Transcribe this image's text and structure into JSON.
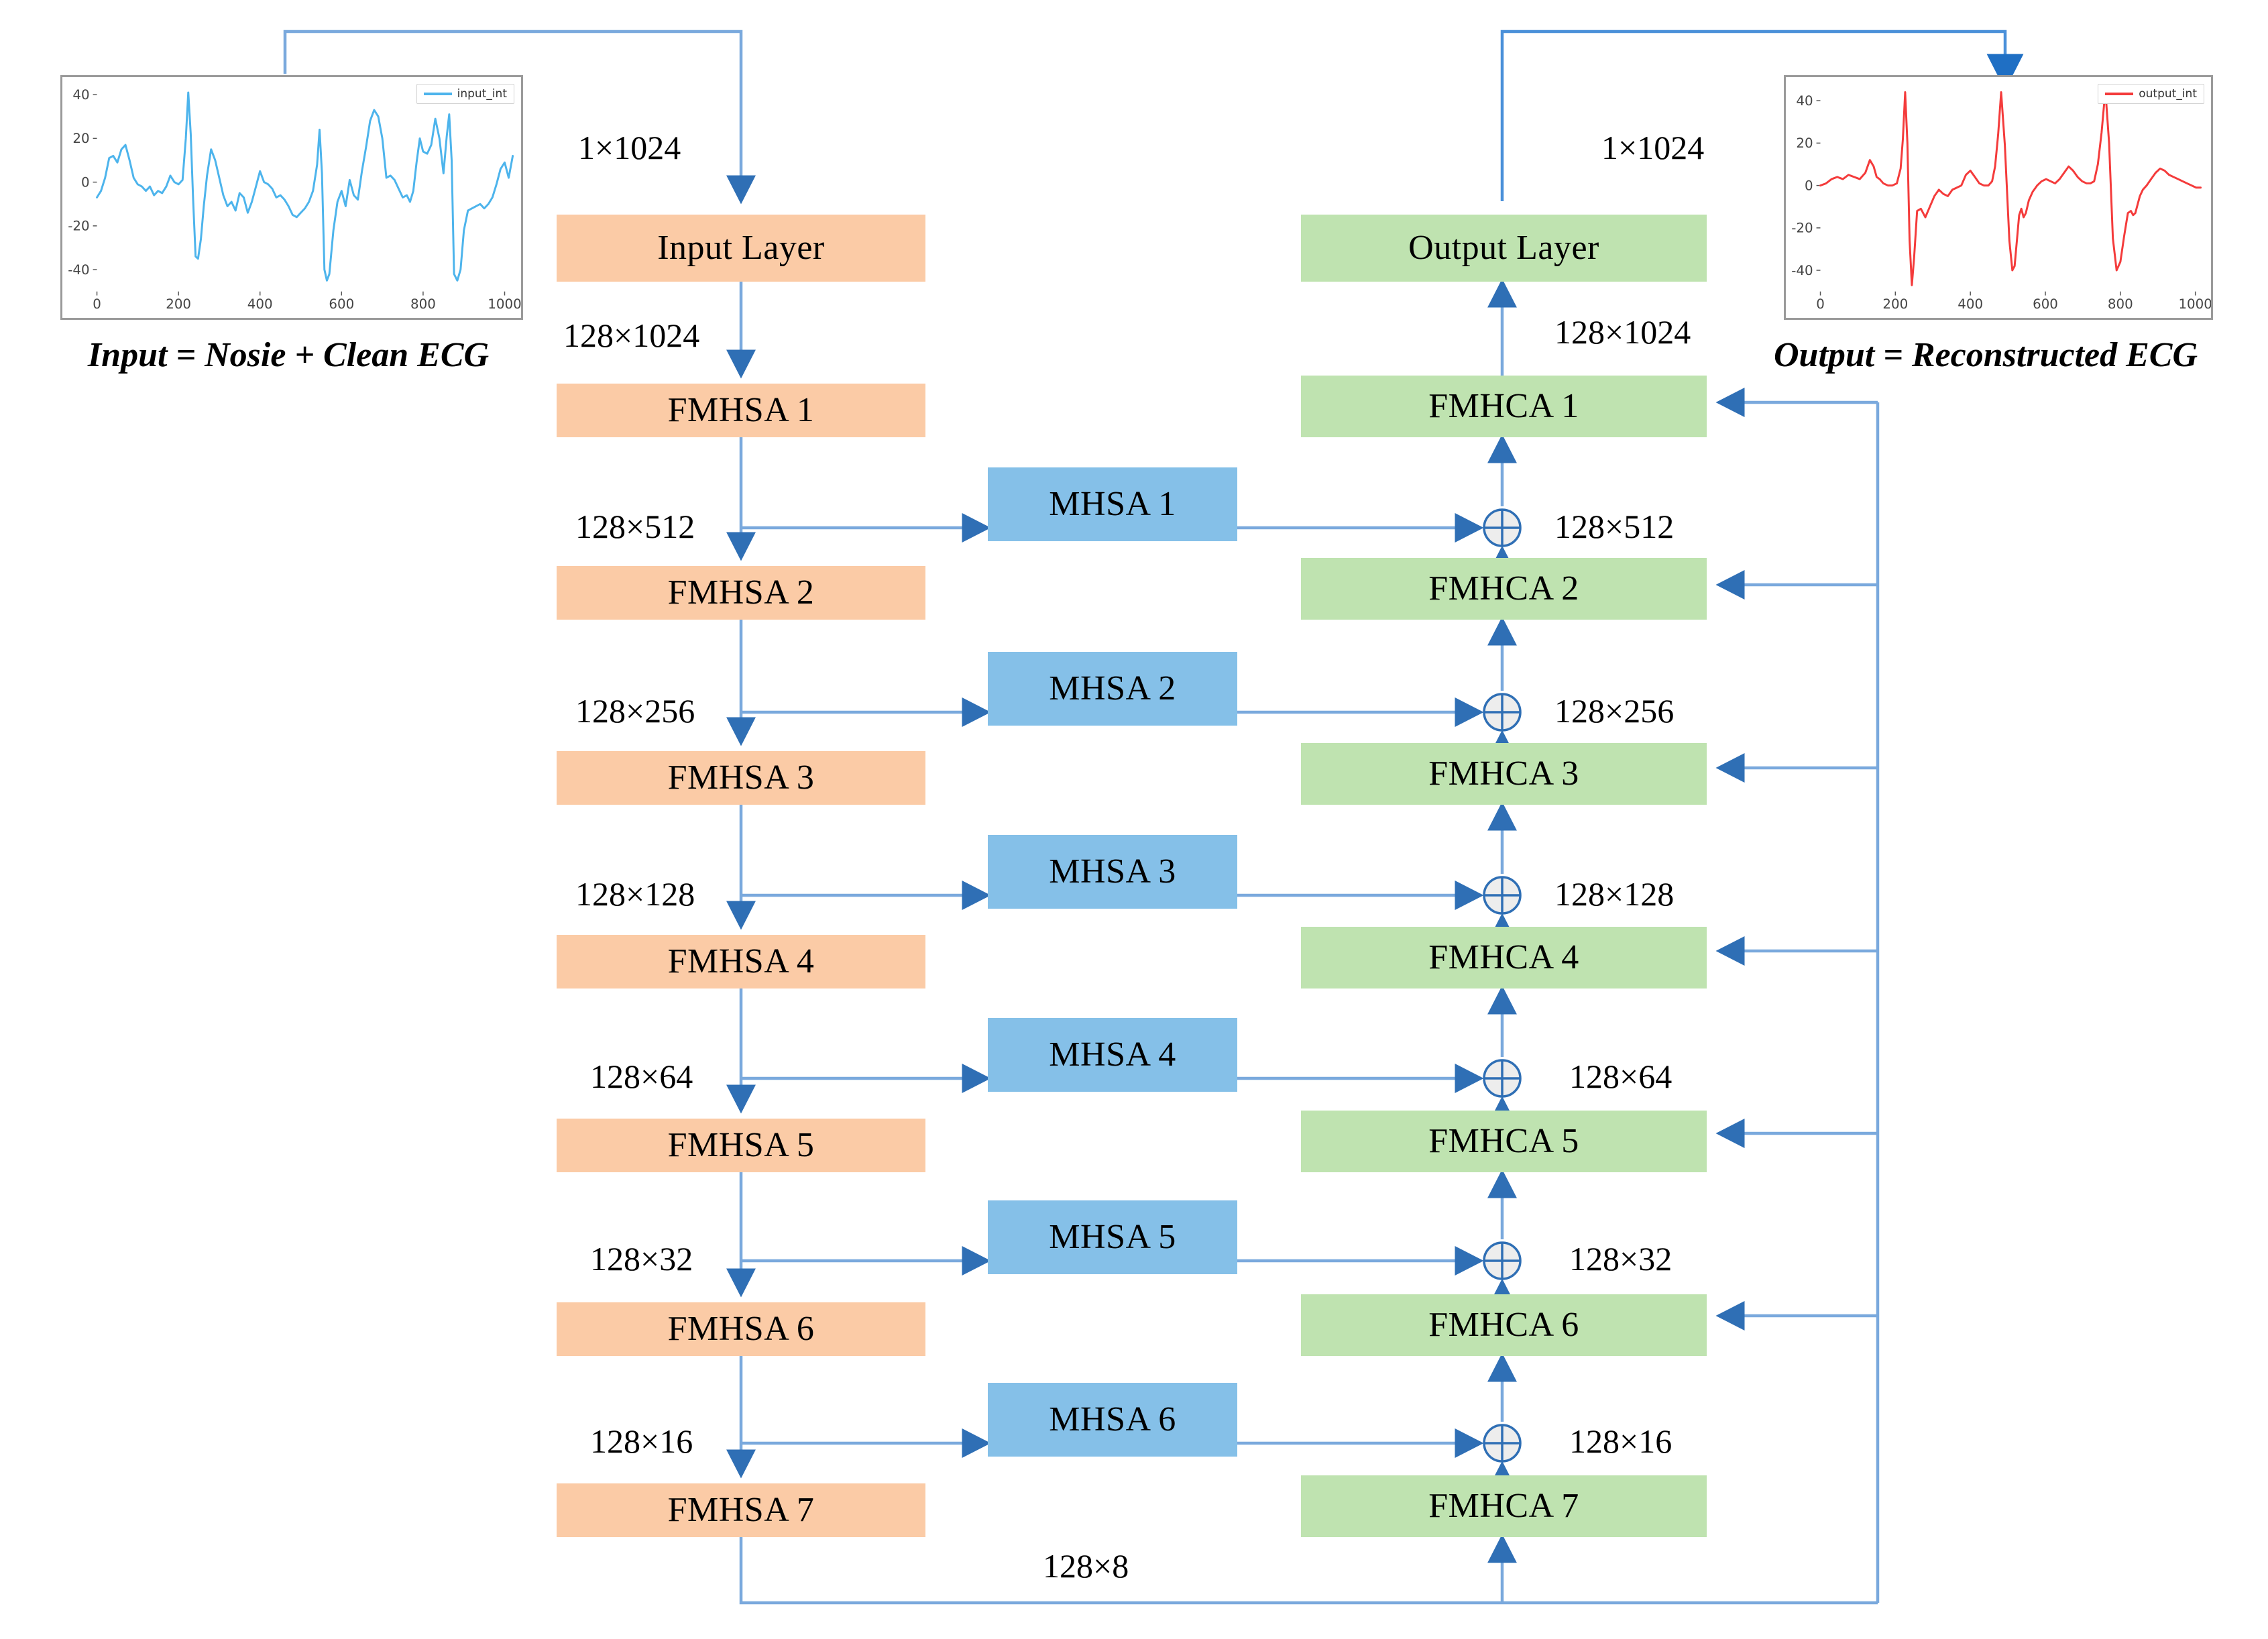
{
  "title": "Transformer ECG denoising autoencoder architecture",
  "colors": {
    "encoder_fill": "#fbcba6",
    "decoder_fill": "#bfe3b0",
    "attention_fill": "#85c0e8",
    "arrow": "#7aa9dd",
    "arrow_head": "#2f6fb5",
    "input_signal": "#4db4ec",
    "output_signal": "#f43b3b"
  },
  "encoder": {
    "input_layer_label": "Input Layer",
    "blocks": [
      {
        "label": "FMHSA 1"
      },
      {
        "label": "FMHSA 2"
      },
      {
        "label": "FMHSA 3"
      },
      {
        "label": "FMHSA 4"
      },
      {
        "label": "FMHSA 5"
      },
      {
        "label": "FMHSA 6"
      },
      {
        "label": "FMHSA 7"
      }
    ],
    "dims": [
      {
        "label": "1×1024"
      },
      {
        "label": "128×1024"
      },
      {
        "label": "128×512"
      },
      {
        "label": "128×256"
      },
      {
        "label": "128×128"
      },
      {
        "label": "128×64"
      },
      {
        "label": "128×32"
      },
      {
        "label": "128×16"
      }
    ]
  },
  "attention": {
    "blocks": [
      {
        "label": "MHSA 1"
      },
      {
        "label": "MHSA 2"
      },
      {
        "label": "MHSA 3"
      },
      {
        "label": "MHSA 4"
      },
      {
        "label": "MHSA 5"
      },
      {
        "label": "MHSA 6"
      }
    ]
  },
  "decoder": {
    "output_layer_label": "Output Layer",
    "blocks": [
      {
        "label": "FMHCA 1"
      },
      {
        "label": "FMHCA 2"
      },
      {
        "label": "FMHCA 3"
      },
      {
        "label": "FMHCA 4"
      },
      {
        "label": "FMHCA 5"
      },
      {
        "label": "FMHCA 6"
      },
      {
        "label": "FMHCA 7"
      }
    ],
    "dims": [
      {
        "label": "1×1024"
      },
      {
        "label": "128×1024"
      },
      {
        "label": "128×512"
      },
      {
        "label": "128×256"
      },
      {
        "label": "128×128"
      },
      {
        "label": "128×64"
      },
      {
        "label": "128×32"
      },
      {
        "label": "128×16"
      }
    ]
  },
  "bottleneck": {
    "dim_label": "128×8"
  },
  "merge_symbol": "plus-circle",
  "input_plot": {
    "caption": "Input = Nosie  + Clean ECG",
    "legend_label": "input_int",
    "chart_data": {
      "type": "line",
      "title": "",
      "xlabel": "",
      "ylabel": "",
      "xlim": [
        0,
        1024
      ],
      "ylim": [
        -50,
        45
      ],
      "xticks": [
        0,
        200,
        400,
        600,
        800,
        1000
      ],
      "yticks": [
        -40,
        -20,
        0,
        20,
        40
      ],
      "grid": false,
      "legend_position": "upper-right",
      "series": [
        {
          "name": "input_int",
          "color": "#4db4ec",
          "x": [
            0,
            10,
            20,
            30,
            40,
            50,
            60,
            70,
            80,
            90,
            100,
            110,
            120,
            130,
            140,
            150,
            160,
            170,
            180,
            190,
            200,
            210,
            218,
            224,
            230,
            236,
            242,
            248,
            255,
            262,
            270,
            280,
            290,
            300,
            310,
            320,
            330,
            340,
            350,
            360,
            370,
            380,
            390,
            400,
            410,
            420,
            430,
            440,
            450,
            460,
            470,
            480,
            490,
            500,
            510,
            520,
            530,
            540,
            546,
            552,
            558,
            564,
            570,
            580,
            590,
            600,
            610,
            620,
            630,
            640,
            650,
            660,
            670,
            680,
            690,
            700,
            710,
            720,
            730,
            740,
            750,
            760,
            768,
            776,
            784,
            792,
            800,
            810,
            820,
            830,
            840,
            850,
            858,
            864,
            870,
            876,
            884,
            892,
            900,
            910,
            920,
            930,
            940,
            950,
            960,
            970,
            980,
            990,
            1000,
            1010,
            1020
          ],
          "y": [
            -7,
            -4,
            2,
            11,
            12,
            9,
            15,
            17,
            10,
            2,
            -1,
            -2,
            -4,
            -2,
            -6,
            -4,
            -5,
            -2,
            3,
            0,
            -1,
            1,
            20,
            41,
            22,
            -8,
            -34,
            -35,
            -26,
            -11,
            3,
            15,
            10,
            2,
            -6,
            -11,
            -9,
            -13,
            -5,
            -7,
            -14,
            -9,
            -2,
            5,
            0,
            -1,
            -3,
            -7,
            -6,
            -8,
            -11,
            -15,
            -16,
            -14,
            -12,
            -9,
            -4,
            8,
            24,
            4,
            -40,
            -45,
            -42,
            -22,
            -9,
            -4,
            -11,
            1,
            -6,
            -8,
            5,
            16,
            28,
            33,
            30,
            20,
            2,
            3,
            1,
            -3,
            -7,
            -6,
            -9,
            -4,
            9,
            20,
            14,
            13,
            17,
            29,
            20,
            4,
            21,
            31,
            10,
            -42,
            -45,
            -40,
            -22,
            -13,
            -12,
            -11,
            -10,
            -12,
            -10,
            -7,
            -1,
            6,
            9,
            2,
            12,
            26,
            10,
            -2
          ]
        }
      ]
    }
  },
  "output_plot": {
    "caption": "Output = Reconstructed ECG",
    "legend_label": "output_int",
    "chart_data": {
      "type": "line",
      "title": "",
      "xlabel": "",
      "ylabel": "",
      "xlim": [
        0,
        1024
      ],
      "ylim": [
        -50,
        48
      ],
      "xticks": [
        0,
        200,
        400,
        600,
        800,
        1000
      ],
      "yticks": [
        -40,
        -20,
        0,
        20,
        40
      ],
      "grid": false,
      "legend_position": "upper-right",
      "series": [
        {
          "name": "output_int",
          "color": "#f43b3b",
          "x": [
            0,
            15,
            30,
            45,
            60,
            75,
            90,
            105,
            120,
            132,
            142,
            150,
            158,
            168,
            180,
            192,
            204,
            214,
            220,
            226,
            232,
            238,
            244,
            250,
            258,
            268,
            280,
            292,
            304,
            316,
            328,
            340,
            352,
            364,
            376,
            388,
            400,
            412,
            424,
            436,
            448,
            458,
            466,
            474,
            482,
            492,
            504,
            512,
            518,
            524,
            530,
            536,
            542,
            548,
            556,
            566,
            578,
            590,
            602,
            614,
            626,
            638,
            650,
            662,
            674,
            686,
            698,
            710,
            720,
            730,
            740,
            750,
            760,
            770,
            780,
            790,
            800,
            810,
            820,
            828,
            834,
            840,
            846,
            852,
            860,
            870,
            882,
            894,
            906,
            918,
            930,
            942,
            954,
            966,
            978,
            990,
            1002,
            1014,
            1022
          ],
          "y": [
            0,
            1,
            3,
            4,
            3,
            5,
            4,
            3,
            6,
            12,
            9,
            4,
            3,
            1,
            0,
            0,
            1,
            8,
            22,
            44,
            20,
            -26,
            -47,
            -34,
            -12,
            -11,
            -15,
            -10,
            -5,
            -2,
            -4,
            -5,
            -2,
            -1,
            0,
            5,
            7,
            4,
            1,
            0,
            0,
            2,
            9,
            24,
            44,
            19,
            -26,
            -40,
            -38,
            -26,
            -14,
            -11,
            -15,
            -13,
            -7,
            -3,
            0,
            2,
            3,
            2,
            1,
            3,
            6,
            9,
            7,
            4,
            2,
            1,
            1,
            2,
            10,
            25,
            45,
            20,
            -25,
            -40,
            -36,
            -24,
            -13,
            -12,
            -14,
            -13,
            -9,
            -5,
            -2,
            0,
            3,
            6,
            8,
            7,
            5,
            4,
            3,
            2,
            1,
            0,
            -1,
            -1
          ]
        }
      ]
    }
  }
}
